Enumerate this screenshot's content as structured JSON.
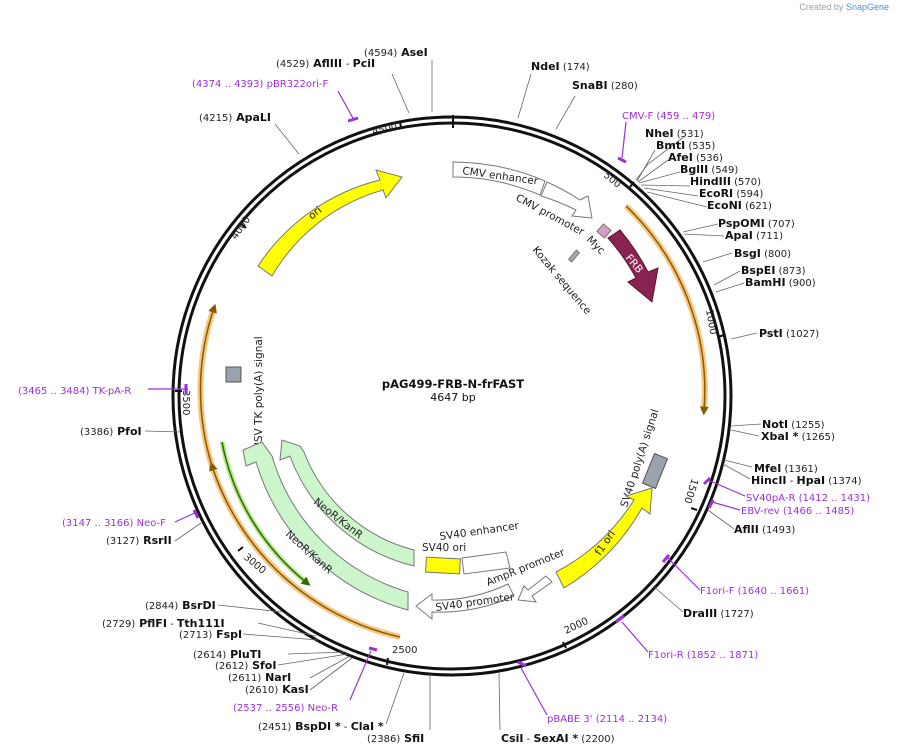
{
  "branding": {
    "prefix": "Created by",
    "name": "SnapGene"
  },
  "plasmid": {
    "name": "pAG499-FRB-N-frFAST",
    "length": "4647 bp",
    "total_bp": 4647
  },
  "colors": {
    "primer": "#9b30d9",
    "frb": "#8b2352",
    "ori": "#ffff00",
    "kanr": "#ccf5cc",
    "orf": "#e8a050",
    "grey_feature": "#9aa3ad"
  },
  "ticks": [
    {
      "bp": 500,
      "label": "500"
    },
    {
      "bp": 1000,
      "label": "1000"
    },
    {
      "bp": 1500,
      "label": "1500"
    },
    {
      "bp": 2000,
      "label": "2000"
    },
    {
      "bp": 2500,
      "label": "2500"
    },
    {
      "bp": 3000,
      "label": "3000"
    },
    {
      "bp": 3500,
      "label": "3500"
    },
    {
      "bp": 4000,
      "label": "4000"
    },
    {
      "bp": 4500,
      "label": "4500"
    }
  ],
  "enzymes": [
    {
      "id": "asei",
      "parts": [
        {
          "t": "(4594)",
          "c": "epos"
        },
        {
          "t": " AseI",
          "c": "ename"
        }
      ]
    },
    {
      "id": "pcii",
      "parts": [
        {
          "t": "(4529)",
          "c": "epos"
        },
        {
          "t": " AflIII ",
          "c": "ename"
        },
        {
          "t": " - ",
          "c": "epos"
        },
        {
          "t": "PciI",
          "c": "ename"
        }
      ]
    },
    {
      "id": "apali",
      "parts": [
        {
          "t": "(4215)",
          "c": "epos"
        },
        {
          "t": " ApaLI",
          "c": "ename"
        }
      ]
    },
    {
      "id": "ndei",
      "parts": [
        {
          "t": "NdeI",
          "c": "ename"
        },
        {
          "t": "   (174)",
          "c": "epos"
        }
      ]
    },
    {
      "id": "snabi",
      "parts": [
        {
          "t": "SnaBI",
          "c": "ename"
        },
        {
          "t": "   (280)",
          "c": "epos"
        }
      ]
    },
    {
      "id": "nhei",
      "parts": [
        {
          "t": "NheI",
          "c": "ename"
        },
        {
          "t": "   (531)",
          "c": "epos"
        }
      ]
    },
    {
      "id": "bmti",
      "parts": [
        {
          "t": "BmtI",
          "c": "ename"
        },
        {
          "t": "   (535)",
          "c": "epos"
        }
      ]
    },
    {
      "id": "afei",
      "parts": [
        {
          "t": "AfeI",
          "c": "ename"
        },
        {
          "t": "   (536)",
          "c": "epos"
        }
      ]
    },
    {
      "id": "bglii",
      "parts": [
        {
          "t": "BglII",
          "c": "ename"
        },
        {
          "t": "   (549)",
          "c": "epos"
        }
      ]
    },
    {
      "id": "hindiii",
      "parts": [
        {
          "t": "HindIII",
          "c": "ename"
        },
        {
          "t": "   (570)",
          "c": "epos"
        }
      ]
    },
    {
      "id": "ecori",
      "parts": [
        {
          "t": "EcoRI",
          "c": "ename"
        },
        {
          "t": "   (594)",
          "c": "epos"
        }
      ]
    },
    {
      "id": "econi",
      "parts": [
        {
          "t": "EcoNI",
          "c": "ename"
        },
        {
          "t": "   (621)",
          "c": "epos"
        }
      ]
    },
    {
      "id": "pspomi",
      "parts": [
        {
          "t": "PspOMI",
          "c": "ename"
        },
        {
          "t": "   (707)",
          "c": "epos"
        }
      ]
    },
    {
      "id": "apai",
      "parts": [
        {
          "t": "ApaI",
          "c": "ename"
        },
        {
          "t": "   (711)",
          "c": "epos"
        }
      ]
    },
    {
      "id": "bsgi",
      "parts": [
        {
          "t": "BsgI",
          "c": "ename"
        },
        {
          "t": "   (800)",
          "c": "epos"
        }
      ]
    },
    {
      "id": "bspei",
      "parts": [
        {
          "t": "BspEI",
          "c": "ename"
        },
        {
          "t": "   (873)",
          "c": "epos"
        }
      ]
    },
    {
      "id": "bamhi",
      "parts": [
        {
          "t": "BamHI",
          "c": "ename"
        },
        {
          "t": "   (900)",
          "c": "epos"
        }
      ]
    },
    {
      "id": "psti",
      "parts": [
        {
          "t": "PstI",
          "c": "ename"
        },
        {
          "t": "   (1027)",
          "c": "epos"
        }
      ]
    },
    {
      "id": "noti",
      "parts": [
        {
          "t": "NotI",
          "c": "ename"
        },
        {
          "t": "   (1255)",
          "c": "epos"
        }
      ]
    },
    {
      "id": "xbai",
      "parts": [
        {
          "t": "XbaI *",
          "c": "ename"
        },
        {
          "t": "   (1265)",
          "c": "epos"
        }
      ]
    },
    {
      "id": "mfei",
      "parts": [
        {
          "t": "MfeI",
          "c": "ename"
        },
        {
          "t": "   (1361)",
          "c": "epos"
        }
      ]
    },
    {
      "id": "hpai",
      "parts": [
        {
          "t": "HincII",
          "c": "ename"
        },
        {
          "t": " - ",
          "c": "epos"
        },
        {
          "t": "HpaI",
          "c": "ename"
        },
        {
          "t": "   (1374)",
          "c": "epos"
        }
      ]
    },
    {
      "id": "aflii",
      "parts": [
        {
          "t": "AflII",
          "c": "ename"
        },
        {
          "t": "   (1493)",
          "c": "epos"
        }
      ]
    },
    {
      "id": "draiii",
      "parts": [
        {
          "t": "DraIII",
          "c": "ename"
        },
        {
          "t": "   (1727)",
          "c": "epos"
        }
      ]
    },
    {
      "id": "sexai",
      "parts": [
        {
          "t": "CsiI",
          "c": "ename"
        },
        {
          "t": " - ",
          "c": "epos"
        },
        {
          "t": "SexAI *",
          "c": "ename"
        },
        {
          "t": "  (2200)",
          "c": "epos"
        }
      ]
    },
    {
      "id": "sfii",
      "parts": [
        {
          "t": "(2386)",
          "c": "epos"
        },
        {
          "t": " SfiI",
          "c": "ename"
        }
      ]
    },
    {
      "id": "clai",
      "parts": [
        {
          "t": "(2451)",
          "c": "epos"
        },
        {
          "t": " BspDI *",
          "c": "ename"
        },
        {
          "t": " - ",
          "c": "epos"
        },
        {
          "t": "ClaI *",
          "c": "ename"
        }
      ]
    },
    {
      "id": "kasi",
      "parts": [
        {
          "t": "(2610)",
          "c": "epos"
        },
        {
          "t": " KasI",
          "c": "ename"
        }
      ]
    },
    {
      "id": "nari",
      "parts": [
        {
          "t": "(2611)",
          "c": "epos"
        },
        {
          "t": " NarI",
          "c": "ename"
        }
      ]
    },
    {
      "id": "sfoi",
      "parts": [
        {
          "t": "(2612)",
          "c": "epos"
        },
        {
          "t": " SfoI",
          "c": "ename"
        }
      ]
    },
    {
      "id": "pluti",
      "parts": [
        {
          "t": "(2614)",
          "c": "epos"
        },
        {
          "t": " PluTI",
          "c": "ename"
        }
      ]
    },
    {
      "id": "fspi",
      "parts": [
        {
          "t": "(2713)",
          "c": "epos"
        },
        {
          "t": " FspI",
          "c": "ename"
        }
      ]
    },
    {
      "id": "tth111i",
      "parts": [
        {
          "t": "(2729)",
          "c": "epos"
        },
        {
          "t": " PflFI",
          "c": "ename"
        },
        {
          "t": " - ",
          "c": "epos"
        },
        {
          "t": "Tth111I",
          "c": "ename"
        }
      ]
    },
    {
      "id": "bsrdi",
      "parts": [
        {
          "t": "(2844)",
          "c": "epos"
        },
        {
          "t": " BsrDI",
          "c": "ename"
        }
      ]
    },
    {
      "id": "rsrii",
      "parts": [
        {
          "t": "(3127)",
          "c": "epos"
        },
        {
          "t": " RsrII",
          "c": "ename"
        }
      ]
    },
    {
      "id": "pfoi",
      "parts": [
        {
          "t": "(3386)",
          "c": "epos"
        },
        {
          "t": " PfoI",
          "c": "ename"
        }
      ]
    }
  ],
  "primers": [
    {
      "id": "pbr322ori-f",
      "text": "(4374 .. 4393)  pBR322ori-F"
    },
    {
      "id": "cmv-f",
      "text": "CMV-F     (459 .. 479)"
    },
    {
      "id": "sv40pa-r",
      "text": "SV40pA-R    (1412 .. 1431)"
    },
    {
      "id": "ebv-rev",
      "text": "EBV-rev    (1466 .. 1485)"
    },
    {
      "id": "f1ori-f",
      "text": "F1ori-F     (1640 .. 1661)"
    },
    {
      "id": "f1ori-r",
      "text": "F1ori-R     (1852 .. 1871)"
    },
    {
      "id": "pbabe-3",
      "text": "pBABE 3'    (2114 .. 2134)"
    },
    {
      "id": "neo-r",
      "text": "(2537 .. 2556)  Neo-R"
    },
    {
      "id": "neo-f",
      "text": "(3147 .. 3166)  Neo-F"
    },
    {
      "id": "tk-pa-r",
      "text": "(3465 .. 3484)  TK-pA-R"
    }
  ],
  "features": [
    {
      "id": "cmv-enhancer",
      "label": "CMV enhancer"
    },
    {
      "id": "cmv-promoter",
      "label": "CMV promoter"
    },
    {
      "id": "myc",
      "label": "Myc"
    },
    {
      "id": "kozak",
      "label": "Kozak sequence"
    },
    {
      "id": "frb",
      "label": "FRB"
    },
    {
      "id": "ori",
      "label": "ori"
    },
    {
      "id": "hsv-tk-polya",
      "label": "HSV TK poly(A) signal"
    },
    {
      "id": "sv40-polya",
      "label": "SV40 poly(A) signal"
    },
    {
      "id": "f1-ori",
      "label": "f1 ori"
    },
    {
      "id": "neor-kanr-1",
      "label": "NeoR/KanR"
    },
    {
      "id": "neor-kanr-2",
      "label": "NeoR/KanR"
    },
    {
      "id": "sv40-enhancer",
      "label": "SV40 enhancer"
    },
    {
      "id": "sv40-ori",
      "label": "SV40 ori"
    },
    {
      "id": "ampr-promoter",
      "label": "AmpR promoter"
    },
    {
      "id": "sv40-promoter",
      "label": "SV40 promoter"
    }
  ]
}
